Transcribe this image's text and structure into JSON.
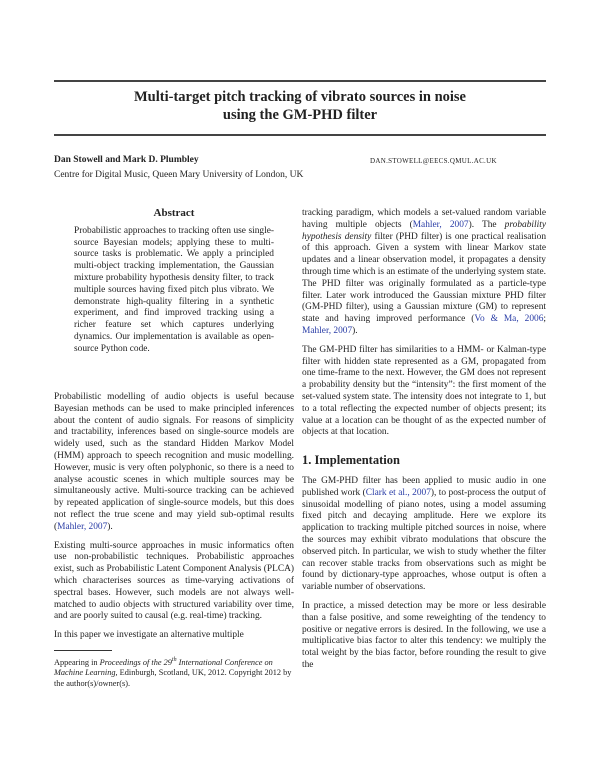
{
  "header": {
    "title_line1": "Multi-target pitch tracking of vibrato sources in noise",
    "title_line2": "using the GM-PHD filter",
    "authors": "Dan Stowell and Mark D. Plumbley",
    "email": "DAN.STOWELL@EECS.QMUL.AC.UK",
    "affiliation": "Centre for Digital Music, Queen Mary University of London, UK"
  },
  "abstract": {
    "heading": "Abstract",
    "text": "Probabilistic approaches to tracking often use single-source Bayesian models; applying these to multi-source tasks is problematic. We apply a principled multi-object tracking implementation, the Gaussian mixture probability hypothesis density filter, to track multiple sources having fixed pitch plus vibrato. We demonstrate high-quality filtering in a synthetic experiment, and find improved tracking using a richer feature set which captures underlying dynamics. Our implementation is available as open-source Python code."
  },
  "left_column": {
    "p1_text": "Probabilistic modelling of audio objects is useful because Bayesian methods can be used to make principled inferences about the content of audio signals. For reasons of simplicity and tractability, inferences based on single-source models are widely used, such as the standard Hidden Markov Model (HMM) approach to speech recognition and music modelling. However, music is very often polyphonic, so there is a need to analyse acoustic scenes in which multiple sources may be simultaneously active. Multi-source tracking can be achieved by repeated application of single-source models, but this does not reflect the true scene and may yield sub-optimal results (",
    "p1_cite": "Mahler, 2007",
    "p1_end": ").",
    "p2": "Existing multi-source approaches in music informatics often use non-probabilistic techniques. Probabilistic approaches exist, such as Probabilistic Latent Component Analysis (PLCA) which characterises sources as time-varying activations of spectral bases. However, such models are not always well-matched to audio objects with structured variability over time, and are poorly suited to causal (e.g. real-time) tracking.",
    "p3": "In this paper we investigate an alternative multiple",
    "footnote": {
      "prefix": "Appearing in ",
      "venue_a": "Proceedings of the 29",
      "venue_sup": "th",
      "venue_b": " International Conference on Machine Learning",
      "suffix": ", Edinburgh, Scotland, UK, 2012. Copyright 2012 by the author(s)/owner(s)."
    }
  },
  "right_column": {
    "p1_a": "tracking paradigm, which models a set-valued random variable having multiple objects (",
    "p1_cite1": "Mahler, 2007",
    "p1_b": "). The ",
    "p1_italic": "probability hypothesis density",
    "p1_c": " filter (PHD filter) is one practical realisation of this approach. Given a system with linear Markov state updates and a linear observation model, it propagates a density through time which is an estimate of the underlying system state. The PHD filter was originally formulated as a particle-type filter. Later work introduced the Gaussian mixture PHD filter (GM-PHD filter), using a Gaussian mixture (GM) to represent state and having improved performance (",
    "p1_cite2": "Vo & Ma, 2006",
    "p1_sep": "; ",
    "p1_cite3": "Mahler, 2007",
    "p1_end": ").",
    "p2": "The GM-PHD filter has similarities to a HMM- or Kalman-type filter with hidden state represented as a GM, propagated from one time-frame to the next. However, the GM does not represent a probability density but the “intensity”: the first moment of the set-valued system state. The intensity does not integrate to 1, but to a total reflecting the expected number of objects present; its value at a location can be thought of as the expected number of objects at that location.",
    "section_heading": "1. Implementation",
    "p3_a": "The GM-PHD filter has been applied to music audio in one published work (",
    "p3_cite": "Clark et al., 2007",
    "p3_b": "), to post-process the output of sinusoidal modelling of piano notes, using a model assuming fixed pitch and decaying amplitude. Here we explore its application to tracking multiple pitched sources in noise, where the sources may exhibit vibrato modulations that obscure the observed pitch. In particular, we wish to study whether the filter can recover stable tracks from observations such as might be found by dictionary-type approaches, whose output is often a variable number of observations.",
    "p4": "In practice, a missed detection may be more or less desirable than a false positive, and some reweighting of the tendency to positive or negative errors is desired. In the following, we use a multiplicative bias factor to alter this tendency: we multiply the total weight by the bias factor, before rounding the result to give the"
  },
  "colors": {
    "citation": "#2a3da6",
    "text": "#222222",
    "rule": "#444444"
  }
}
